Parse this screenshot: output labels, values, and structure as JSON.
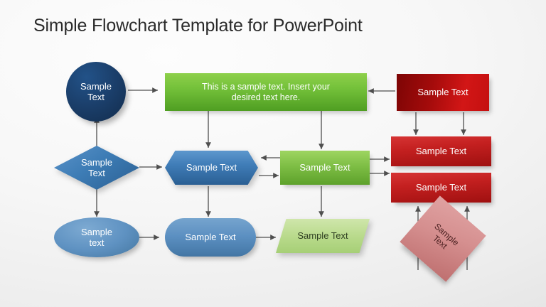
{
  "slide": {
    "title": "Simple Flowchart Template for PowerPoint",
    "background_color": "#f2f2f2"
  },
  "palette": {
    "dark_blue": "#1b3f6b",
    "mid_blue": "#3d7cb5",
    "light_blue": "#5f92c2",
    "bright_green": "#74c13a",
    "mid_green": "#7ebe45",
    "pale_green": "#b9da8c",
    "dark_red": "#a40b0b",
    "mid_red": "#c42020",
    "rose": "#d58f8f",
    "connector": "#4f4f4f",
    "title_color": "#2b2b2b"
  },
  "nodes": {
    "circle_start": {
      "label_line1": "Sample",
      "label_line2": "Text",
      "shape": "circle",
      "color": "#1b3f6b"
    },
    "green_banner": {
      "label_line1": "This is a sample text. Insert your",
      "label_line2": "desired text here.",
      "shape": "rectangle",
      "color": "#74c13a"
    },
    "red_top": {
      "label": "Sample Text",
      "shape": "rectangle",
      "color": "#a40b0b"
    },
    "diamond_decision": {
      "label_line1": "Sample",
      "label_line2": "Text",
      "shape": "diamond",
      "color": "#3d7cb5"
    },
    "hex_process": {
      "label": "Sample Text",
      "shape": "hexagon",
      "color": "#3f7cb7"
    },
    "green_process": {
      "label": "Sample Text",
      "shape": "rectangle",
      "color": "#7ebe45"
    },
    "red_mid_upper": {
      "label": "Sample Text",
      "shape": "rectangle",
      "color": "#c42020"
    },
    "red_mid_lower": {
      "label": "Sample Text",
      "shape": "rectangle",
      "color": "#c42020"
    },
    "ellipse_end": {
      "label_line1": "Sample",
      "label_line2": "text",
      "shape": "ellipse",
      "color": "#5f92c2"
    },
    "stadium_process": {
      "label": "Sample Text",
      "shape": "rounded-rectangle",
      "color": "#5b8fc1"
    },
    "parallelogram_data": {
      "label": "Sample Text",
      "shape": "parallelogram",
      "color": "#b9da8c"
    },
    "rotated_square": {
      "label_line1": "Sample",
      "label_line2": "Text",
      "shape": "rotated-square",
      "color": "#d58f8f"
    }
  },
  "connectors": [
    {
      "name": "circle-to-green-banner",
      "direction": "right"
    },
    {
      "name": "diamond-to-circle",
      "direction": "up"
    },
    {
      "name": "diamond-to-hex",
      "direction": "right"
    },
    {
      "name": "diamond-to-ellipse",
      "direction": "down"
    },
    {
      "name": "green-banner-to-hex",
      "direction": "down"
    },
    {
      "name": "green-banner-to-green-process",
      "direction": "down"
    },
    {
      "name": "red-top-to-green-banner",
      "direction": "left"
    },
    {
      "name": "green-process-to-hex",
      "direction": "left"
    },
    {
      "name": "hex-to-green-process",
      "direction": "right"
    },
    {
      "name": "hex-to-stadium",
      "direction": "down"
    },
    {
      "name": "green-process-to-parallelogram",
      "direction": "down"
    },
    {
      "name": "green-process-to-red-upper",
      "direction": "right"
    },
    {
      "name": "green-process-to-red-lower",
      "direction": "right"
    },
    {
      "name": "red-top-to-red-upper-left",
      "direction": "down"
    },
    {
      "name": "red-top-to-red-upper-right",
      "direction": "down"
    },
    {
      "name": "ellipse-to-stadium",
      "direction": "right"
    },
    {
      "name": "stadium-to-parallelogram",
      "direction": "right"
    },
    {
      "name": "rotated-square-to-red-lower-left",
      "direction": "up"
    },
    {
      "name": "rotated-square-to-red-lower-right",
      "direction": "up"
    }
  ]
}
